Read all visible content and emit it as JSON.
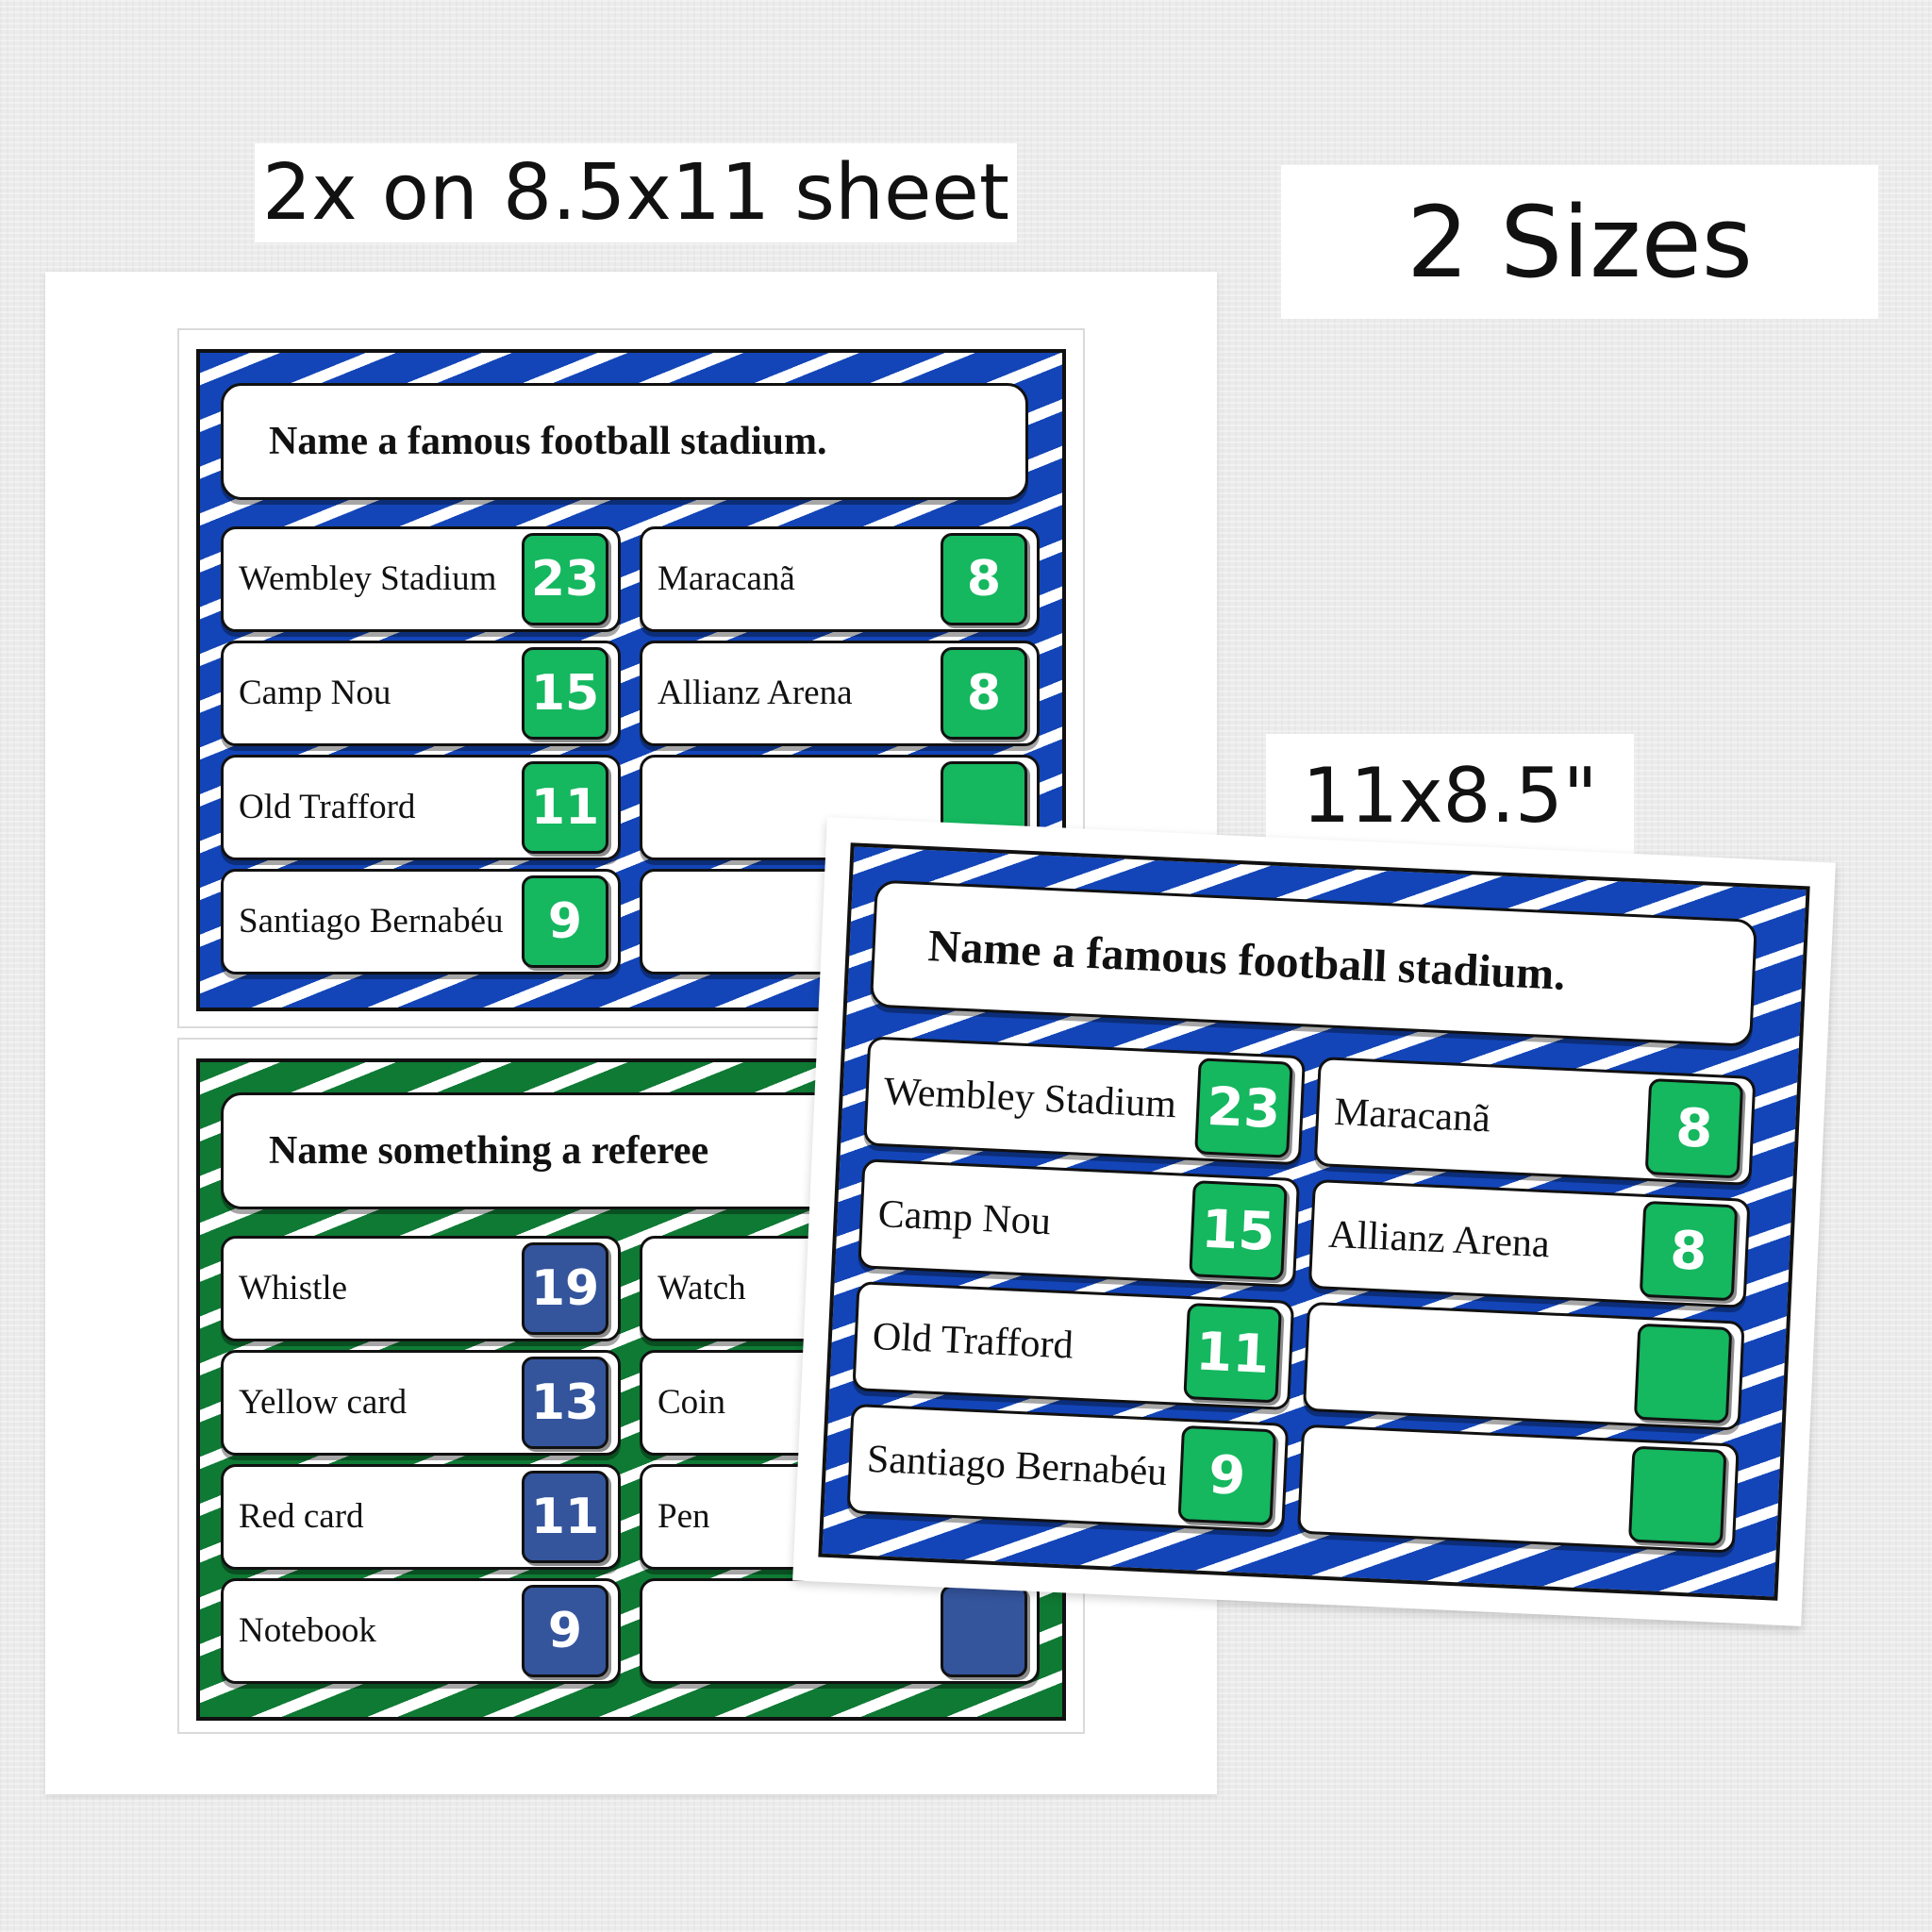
{
  "labels": {
    "sheet_label": "2x on 8.5x11 sheet",
    "sizes_label": "2 Sizes",
    "landscape_label": "11x8.5\""
  },
  "colors": {
    "blue_stripe": "#1345b8",
    "green_stripe": "#0f7a34",
    "points_green": "#15b75f",
    "points_navy": "#34549c"
  },
  "stadium_card": {
    "question": "Name a famous football stadium.",
    "answers": [
      {
        "text": "Wembley Stadium",
        "points": "23"
      },
      {
        "text": "Maracanã",
        "points": "8"
      },
      {
        "text": "Camp Nou",
        "points": "15"
      },
      {
        "text": "Allianz Arena",
        "points": "8"
      },
      {
        "text": "Old Trafford",
        "points": "11"
      },
      {
        "text": "",
        "points": ""
      },
      {
        "text": "Santiago Bernabéu",
        "points": "9"
      },
      {
        "text": "",
        "points": ""
      }
    ]
  },
  "referee_card": {
    "question": "Name something a referee",
    "answers": [
      {
        "text": "Whistle",
        "points": "19"
      },
      {
        "text": "Watch",
        "points": ""
      },
      {
        "text": "Yellow card",
        "points": "13"
      },
      {
        "text": "Coin",
        "points": ""
      },
      {
        "text": "Red card",
        "points": "11"
      },
      {
        "text": "Pen",
        "points": ""
      },
      {
        "text": "Notebook",
        "points": "9"
      },
      {
        "text": "",
        "points": ""
      }
    ]
  }
}
